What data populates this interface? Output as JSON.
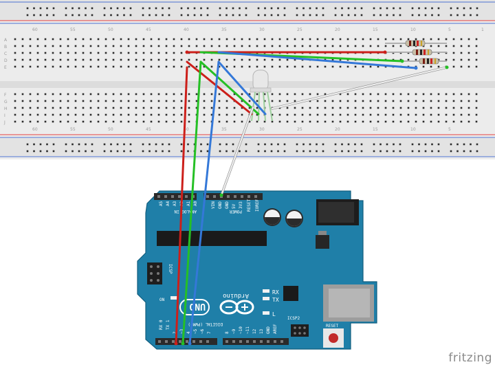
{
  "breadboard": {
    "row_letters_top": [
      "A",
      "B",
      "C",
      "D",
      "E"
    ],
    "row_letters_bottom": [
      "F",
      "G",
      "H",
      "I",
      "J"
    ],
    "column_numbers": [
      "60",
      "55",
      "50",
      "45",
      "40",
      "35",
      "30",
      "25",
      "20",
      "15",
      "10",
      "5",
      "1"
    ]
  },
  "arduino": {
    "model_label": "UNO",
    "brand_label": "Arduino",
    "header_analog_label": "ANALOG IN",
    "header_power_label": "POWER",
    "analog_pins": [
      "A5",
      "A4",
      "A3",
      "A2",
      "A1",
      "A0"
    ],
    "power_pins": [
      "VIN",
      "GND",
      "GND",
      "5V",
      "3V3",
      "RESET",
      "IOREF"
    ],
    "digital_label": "DIGITAL (PWM~)",
    "digital_pins": [
      "RX 0",
      "TX 1",
      "2",
      "~3",
      "4",
      "~5",
      "~6",
      "7",
      "8",
      "~9",
      "~10",
      "~11",
      "12",
      "13",
      "GND",
      "AREF"
    ],
    "led_labels": [
      "RX",
      "TX",
      "L"
    ],
    "on_label": "ON",
    "icsp_label": "ICSP",
    "icsp2_label": "ICSP2",
    "reset_label": "RESET"
  },
  "wires": [
    {
      "name": "red-wire",
      "color": "#cc1f1a"
    },
    {
      "name": "green-wire",
      "color": "#25c025"
    },
    {
      "name": "blue-wire",
      "color": "#3478d8"
    },
    {
      "name": "white-wire",
      "color": "#eeeeee"
    }
  ],
  "colors": {
    "breadboard_body": "#ececec",
    "rail_red": "#e34040",
    "rail_blue": "#4a6fd0",
    "arduino_board": "#1f7fa8",
    "arduino_dark": "#135e7e"
  },
  "watermark": "fritzing"
}
